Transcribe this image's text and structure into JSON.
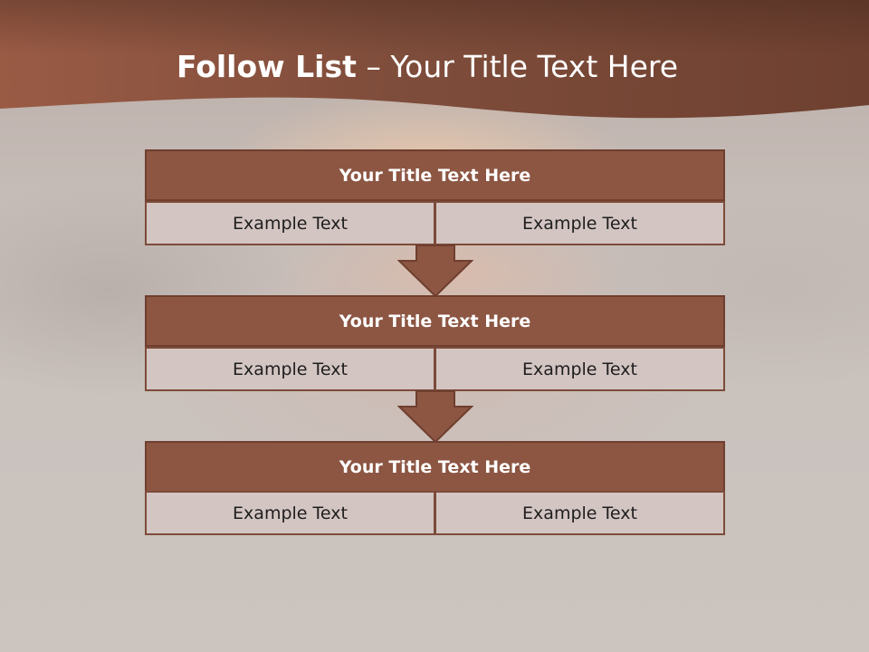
{
  "slide": {
    "title_bold": "Follow List",
    "title_rest": " – Your Title Text Here"
  },
  "colors": {
    "header_band": "#7a4a39",
    "block_title_fill": "#8c5643",
    "block_cell_fill": "#d3c5c2",
    "arrow_fill": "#8c5643"
  },
  "blocks": [
    {
      "title": "Your Title Text Here",
      "left": "Example Text",
      "right": "Example Text"
    },
    {
      "title": "Your Title Text Here",
      "left": "Example Text",
      "right": "Example Text"
    },
    {
      "title": "Your Title Text Here",
      "left": "Example Text",
      "right": "Example Text"
    }
  ]
}
